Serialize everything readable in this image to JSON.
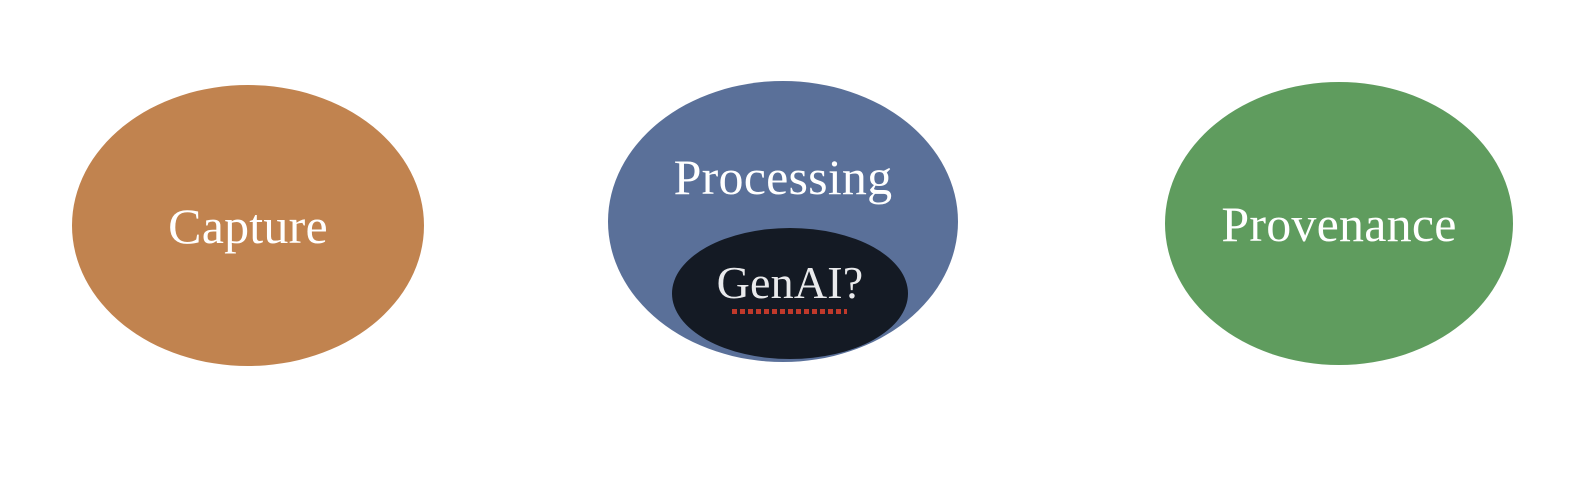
{
  "diagram": {
    "background_color": "#ffffff",
    "nodes": [
      {
        "id": "capture",
        "label": "Capture",
        "shape": "ellipse",
        "fill_color": "#c1834f",
        "text_color": "#ffffff"
      },
      {
        "id": "processing",
        "label": "Processing",
        "shape": "ellipse",
        "fill_color": "#5a7099",
        "text_color": "#ffffff"
      },
      {
        "id": "genai",
        "label": "GenAI?",
        "shape": "ellipse",
        "fill_color": "#141a24",
        "text_color": "#e9eaec",
        "underline_color": "#c0392b",
        "underline_style": "dotted-spellcheck",
        "parent": "processing"
      },
      {
        "id": "provenance",
        "label": "Provenance",
        "shape": "ellipse",
        "fill_color": "#5f9c5e",
        "text_color": "#ffffff"
      }
    ]
  }
}
